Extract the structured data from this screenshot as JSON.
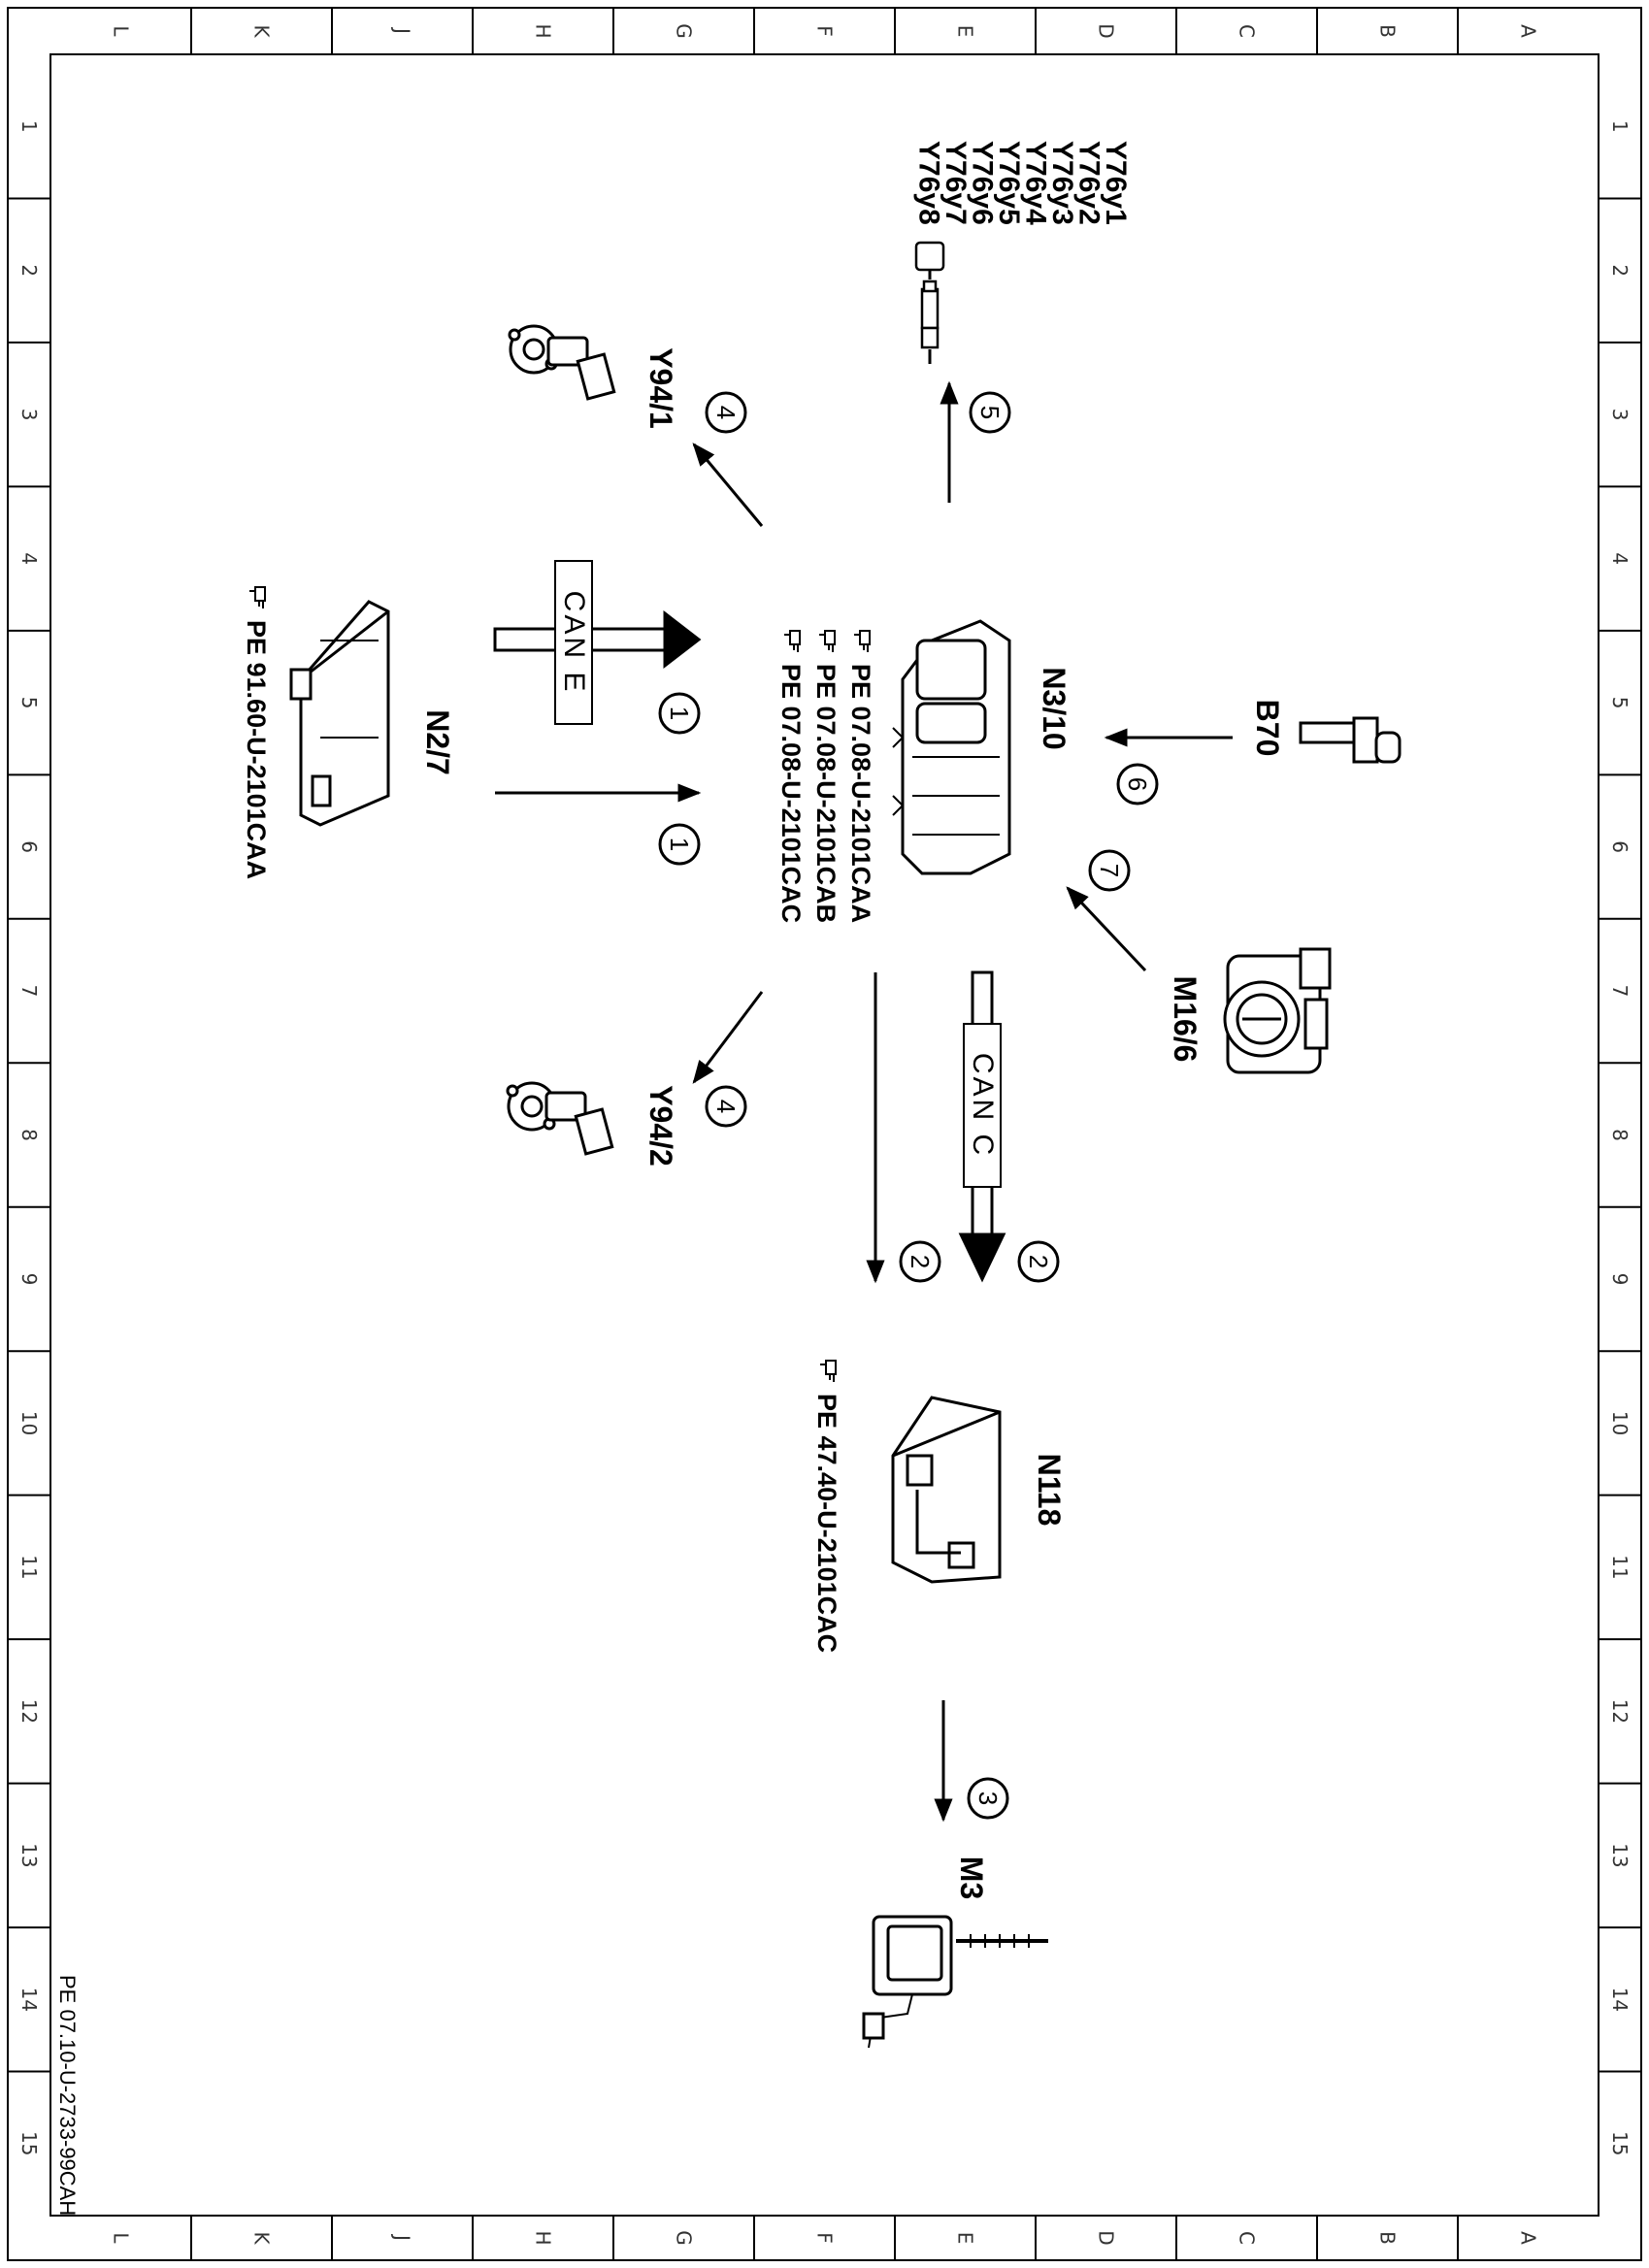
{
  "frame": {
    "column_letters": [
      "L",
      "K",
      "J",
      "H",
      "G",
      "F",
      "E",
      "D",
      "C",
      "B",
      "A"
    ],
    "row_numbers": [
      "1",
      "2",
      "3",
      "4",
      "5",
      "6",
      "7",
      "8",
      "9",
      "10",
      "11",
      "12",
      "13",
      "14",
      "15"
    ],
    "document_id": "PE 07.10-U-2733-99CAH"
  },
  "components": {
    "n3_10": {
      "label": "N3/10",
      "refs": [
        "PE 07.08-U-2101CAA",
        "PE 07.08-U-2101CAB",
        "PE 07.08-U-2101CAC"
      ]
    },
    "n2_7": {
      "label": "N2/7",
      "ref": "PE 91.60-U-2101CAA"
    },
    "n118": {
      "label": "N118",
      "ref": "PE 47.40-U-2101CAC"
    },
    "y76": {
      "labels": [
        "Y76y1",
        "Y76y2",
        "Y76y3",
        "Y76y4",
        "Y76y5",
        "Y76y6",
        "Y76y7",
        "Y76y8"
      ]
    },
    "y94_1": {
      "label": "Y94/1"
    },
    "y94_2": {
      "label": "Y94/2"
    },
    "b70": {
      "label": "B70"
    },
    "m16_6": {
      "label": "M16/6"
    },
    "m3": {
      "label": "M3"
    }
  },
  "buses": {
    "can_e": "CAN E",
    "can_c": "CAN C"
  },
  "signals": {
    "s1": "1",
    "s2": "2",
    "s3": "3",
    "s4": "4",
    "s5": "5",
    "s6": "6",
    "s7": "7"
  },
  "icons": {
    "reference_marker": "hand-pointer-icon"
  }
}
